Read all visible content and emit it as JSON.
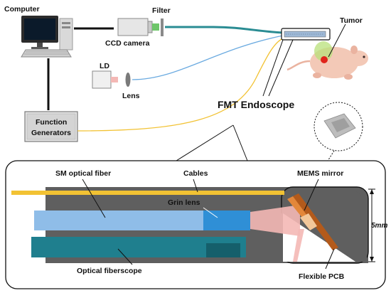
{
  "diagram": {
    "labels": {
      "computer": "Computer",
      "filter": "Filter",
      "ccd_camera": "CCD camera",
      "tumor": "Tumor",
      "ld": "LD",
      "lens": "Lens",
      "fmt_endoscope": "FMT Endoscope",
      "function_generators_line1": "Function",
      "function_generators_line2": "Generators",
      "sm_optical_fiber": "SM optical fiber",
      "cables": "Cables",
      "mems_mirror": "MEMS mirror",
      "grin_lens": "Grin lens",
      "dimension": "5mm",
      "optical_fiberscope": "Optical fiberscope",
      "flexible_pcb": "Flexible PCB"
    },
    "colors": {
      "fiber_teal": "#2a8c93",
      "cable_yellow": "#f2c233",
      "fiber_blue": "#6aaae0",
      "housing_gray": "#5f5f5f",
      "sm_fiber": "#8fbde8",
      "grin_lens": "#2f8fd6",
      "fiberscope": "#1f7f8e",
      "mems_mirror": "#e3873a",
      "pcb": "#b35a1b",
      "laser_beam": "#f4b8b5",
      "tumor_red": "#e0241b",
      "fluorescence_green": "#b8e07a"
    }
  }
}
